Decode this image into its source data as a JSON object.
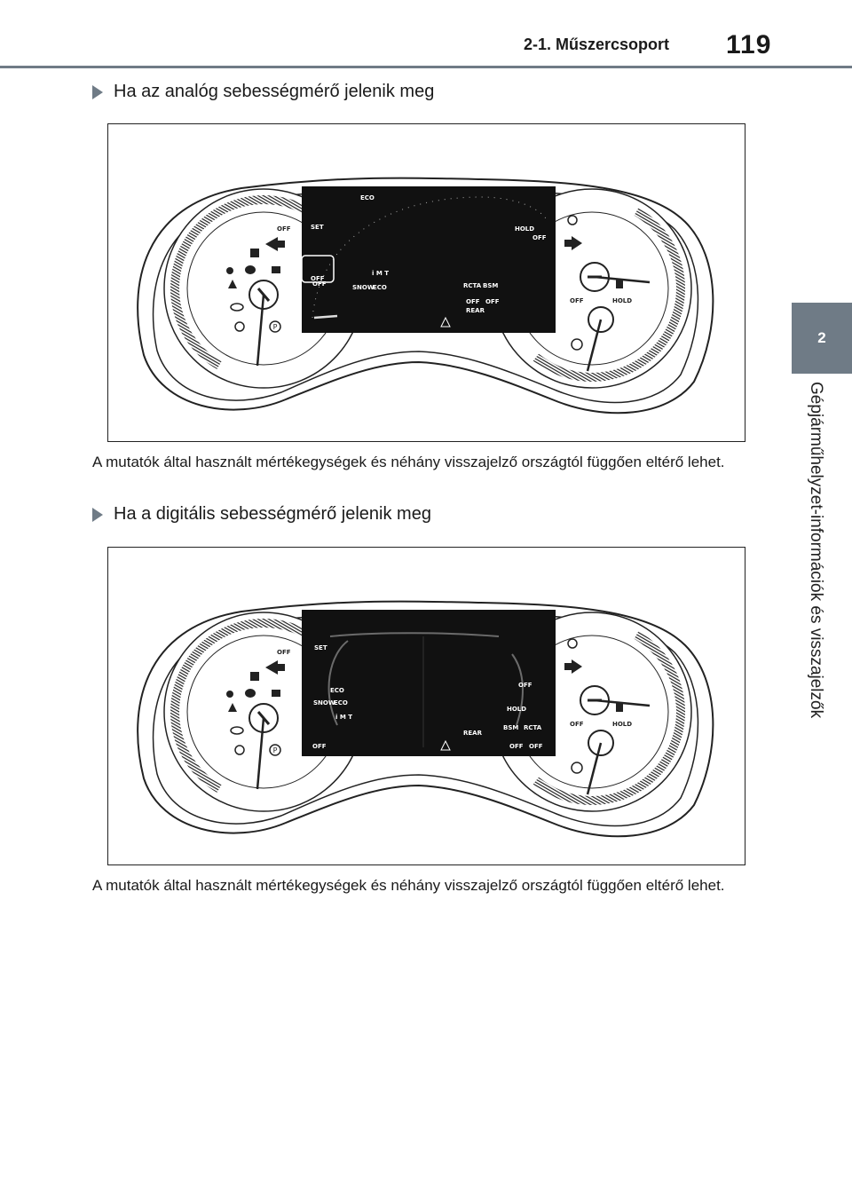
{
  "header": {
    "section": "2-1. Műszercsoport",
    "page_number": "119"
  },
  "side_tab": {
    "number": "2",
    "title": "Gépjárműhelyzet-információk és visszajelzők"
  },
  "sections": [
    {
      "heading": "Ha az analóg sebességmérő jelenik meg",
      "caption": "A mutatók által használt mértékegységek és néhány visszajelző országtól függően eltérő lehet.",
      "display": {
        "labels": [
          "ECO",
          "SET",
          "OFF",
          "SNOW",
          "ECO",
          "i M T",
          "RCTA",
          "BSM",
          "OFF",
          "OFF",
          "OFF",
          "REAR",
          "HOLD",
          "OFF"
        ]
      }
    },
    {
      "heading": "Ha a digitális sebességmérő jelenik meg",
      "caption": "A mutatók által használt mértékegységek és néhány visszajelző országtól függően eltérő lehet.",
      "display": {
        "labels": [
          "SET",
          "ECO",
          "SNOW",
          "ECO",
          "i M T",
          "OFF",
          "HOLD",
          "OFF",
          "BSM",
          "RCTA",
          "REAR",
          "OFF",
          "OFF"
        ]
      }
    }
  ],
  "cluster_labels": {
    "left_off": "OFF",
    "right_off": "OFF",
    "right_hold": "HOLD",
    "p_symbol": "P"
  }
}
